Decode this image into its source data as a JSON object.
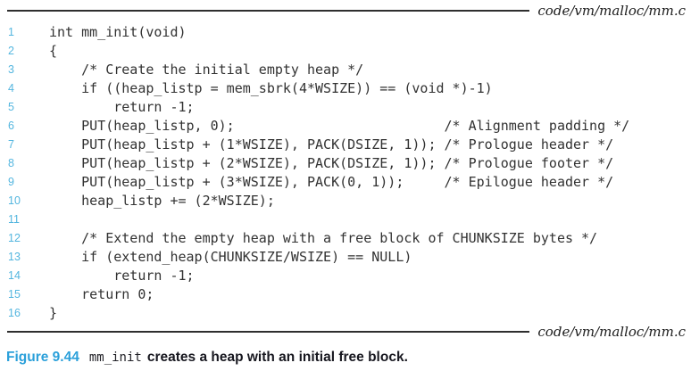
{
  "header": {
    "file_label": "code/vm/malloc/mm.c"
  },
  "footer": {
    "file_label": "code/vm/malloc/mm.c"
  },
  "code": {
    "lines": [
      {
        "num": "1",
        "text": "int mm_init(void)"
      },
      {
        "num": "2",
        "text": "{"
      },
      {
        "num": "3",
        "text": "    /* Create the initial empty heap */"
      },
      {
        "num": "4",
        "text": "    if ((heap_listp = mem_sbrk(4*WSIZE)) == (void *)-1)"
      },
      {
        "num": "5",
        "text": "        return -1;"
      },
      {
        "num": "6",
        "text": "    PUT(heap_listp, 0);                          /* Alignment padding */"
      },
      {
        "num": "7",
        "text": "    PUT(heap_listp + (1*WSIZE), PACK(DSIZE, 1)); /* Prologue header */"
      },
      {
        "num": "8",
        "text": "    PUT(heap_listp + (2*WSIZE), PACK(DSIZE, 1)); /* Prologue footer */"
      },
      {
        "num": "9",
        "text": "    PUT(heap_listp + (3*WSIZE), PACK(0, 1));     /* Epilogue header */"
      },
      {
        "num": "10",
        "text": "    heap_listp += (2*WSIZE);"
      },
      {
        "num": "11",
        "text": ""
      },
      {
        "num": "12",
        "text": "    /* Extend the empty heap with a free block of CHUNKSIZE bytes */"
      },
      {
        "num": "13",
        "text": "    if (extend_heap(CHUNKSIZE/WSIZE) == NULL)"
      },
      {
        "num": "14",
        "text": "        return -1;"
      },
      {
        "num": "15",
        "text": "    return 0;"
      },
      {
        "num": "16",
        "text": "}"
      }
    ]
  },
  "caption": {
    "figure_label": "Figure 9.44",
    "code_term": "mm_init",
    "text": "creates a heap with an initial free block."
  },
  "colors": {
    "line_number_blue": "#54b6df",
    "figure_label_blue": "#2ba0da",
    "code_text": "#323232",
    "rule": "#2e2e2e"
  }
}
